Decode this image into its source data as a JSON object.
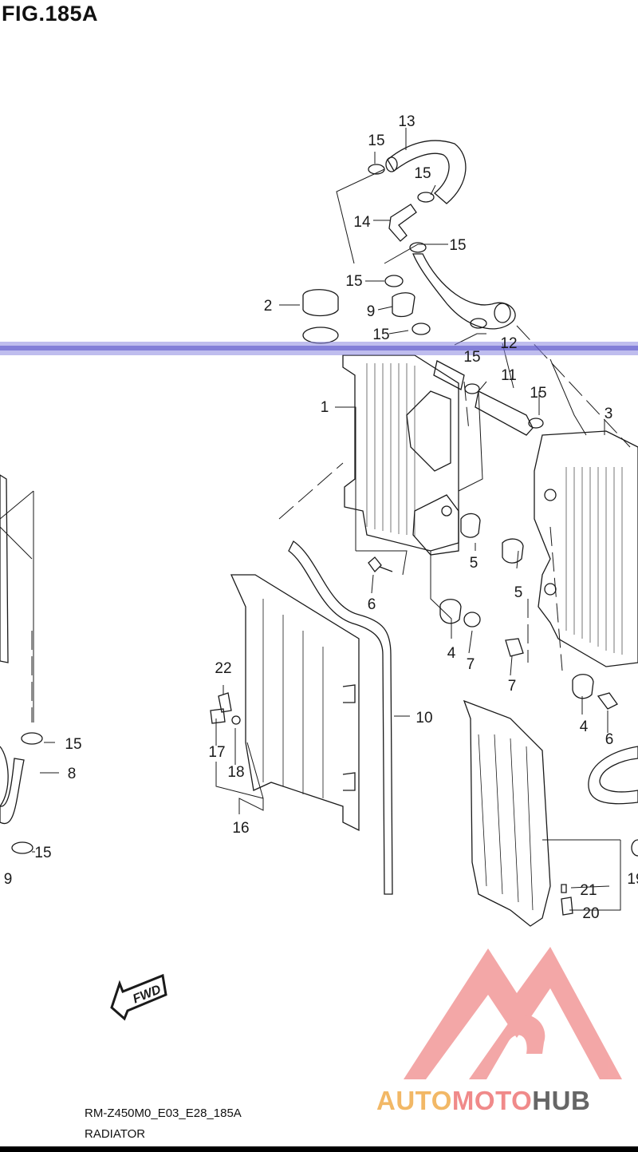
{
  "figure_title": "FIG.185A",
  "fwd_label": "FWD",
  "footer": {
    "code": "RM-Z450M0_E03_E28_185A",
    "name": "RADIATOR"
  },
  "watermark": {
    "part1": "AUTO",
    "part2": "MOTO",
    "part3": "HUB",
    "color_logo": "#f08080",
    "color_hub": "#555555",
    "color_auto": "#f2b866"
  },
  "callouts": {
    "c13": "13",
    "c15a": "15",
    "c15b": "15",
    "c14": "14",
    "c15c": "15",
    "c15d": "15",
    "c2": "2",
    "c9a": "9",
    "c15e": "15",
    "c15f": "15",
    "c12": "12",
    "c11": "11",
    "c15g": "15",
    "c1": "1",
    "c3": "3",
    "c5a": "5",
    "c5b": "5",
    "c6a": "6",
    "c4a": "4",
    "c7a": "7",
    "c7b": "7",
    "c4b": "4",
    "c6b": "6",
    "c10": "10",
    "c22": "22",
    "c17": "17",
    "c18": "18",
    "c16": "16",
    "c15h": "15",
    "c8": "8",
    "c15i": "15",
    "c9b": "9",
    "c21": "21",
    "c20": "20",
    "c19": "19"
  },
  "scan_band_color": "#7a74d8"
}
